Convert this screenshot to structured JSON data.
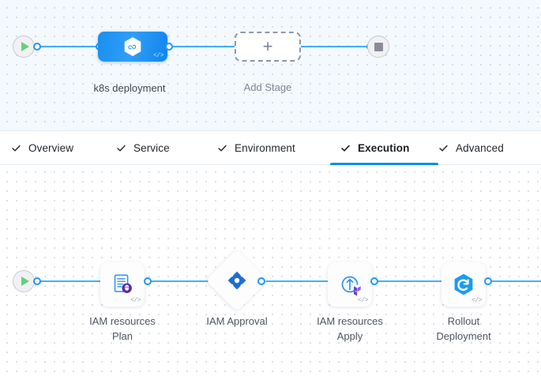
{
  "colors": {
    "accent": "#0a8fe8",
    "wire": "#42aefb",
    "port_border": "#2196f3",
    "stage_blue": "#1b8ef0",
    "start_green": "#63d17a",
    "stop_gray": "#8b8b98",
    "label_text": "#4e5462",
    "canvas_top_bg": "#f3f9fd",
    "canvas_bottom_bg": "#ffffff"
  },
  "stage_canvas": {
    "start_node": {
      "icon": "play-icon"
    },
    "end_node": {
      "icon": "stop-icon"
    },
    "stages": [
      {
        "label": "k8s deployment",
        "icon": "helm-hexagon-icon",
        "code_glyph": "</>"
      }
    ],
    "add_stage": {
      "plus": "+",
      "label": "Add Stage"
    }
  },
  "tabs": [
    {
      "label": "Overview",
      "check": "✓",
      "active": false
    },
    {
      "label": "Service",
      "check": "✓",
      "active": false
    },
    {
      "label": "Environment",
      "check": "✓",
      "active": false
    },
    {
      "label": "Execution",
      "check": "✓",
      "active": true
    },
    {
      "label": "Advanced",
      "check": "✓",
      "active": false
    }
  ],
  "step_canvas": {
    "start_node": {
      "icon": "play-icon"
    },
    "steps": [
      {
        "label": "IAM resources\nPlan",
        "icon": "terraform-plan-doc-icon",
        "shape": "rounded",
        "code_glyph": "</>"
      },
      {
        "label": "IAM Approval",
        "icon": "harness-approval-icon",
        "shape": "diamond",
        "code_glyph": ""
      },
      {
        "label": "IAM resources\nApply",
        "icon": "terraform-apply-icon",
        "shape": "rounded",
        "code_glyph": "</>"
      },
      {
        "label": "Rollout\nDeployment",
        "icon": "argo-rollout-icon",
        "shape": "rounded",
        "code_glyph": "</>"
      }
    ]
  }
}
